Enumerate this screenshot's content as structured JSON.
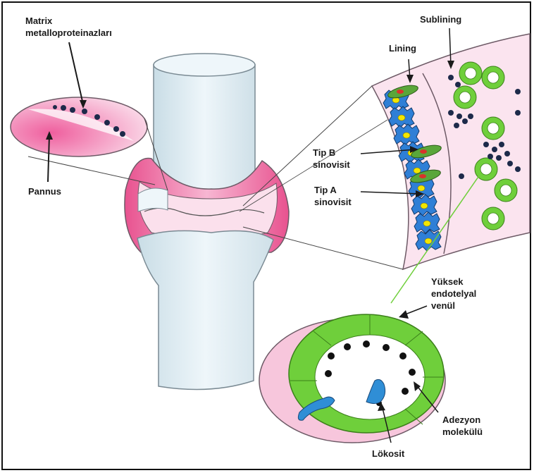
{
  "labels": {
    "matrix_line1": "Matrix",
    "matrix_line2": "metalloproteinazları",
    "pannus": "Pannus",
    "sublining": "Sublining",
    "lining": "Lining",
    "tip_b_line1": "Tip B",
    "tip_b_line2": "sinovisit",
    "tip_a_line1": "Tip A",
    "tip_a_line2": "sinovisit",
    "venule_line1": "Yüksek",
    "venule_line2": "endotelyal",
    "venule_line3": "venül",
    "adhesion_line1": "Adezyon",
    "adhesion_line2": "molekülü",
    "leukocyte": "Lökosit"
  },
  "colors": {
    "pink": "#ef6fa8",
    "light_pink": "#f7c6dc",
    "bone": "#e6f1f6",
    "green": "#6fcf3b",
    "blue_cell": "#2f7fd6",
    "nucleus": "#f2e600",
    "dark_dot": "#1d2a4a"
  }
}
